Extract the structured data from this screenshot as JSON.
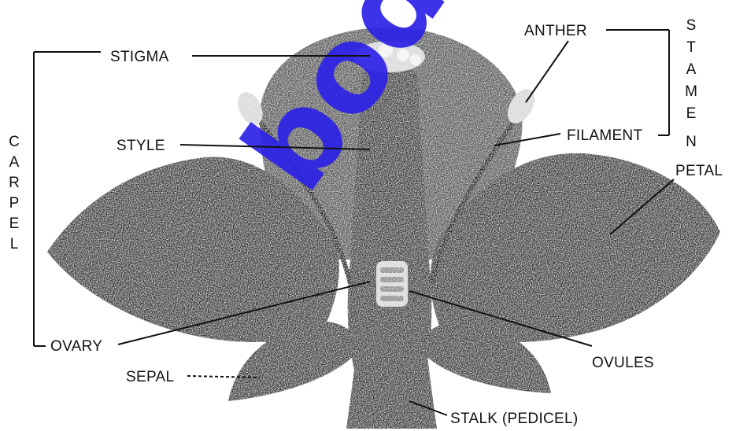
{
  "labels": {
    "stigma": "STIGMA",
    "style": "STYLE",
    "ovary": "OVARY",
    "sepal": "SEPAL",
    "anther": "ANTHER",
    "filament": "FILAMENT",
    "petal": "PETAL",
    "ovules": "OVULES",
    "stalk": "STALK (PEDICEL)"
  },
  "groups": {
    "carpel": [
      "C",
      "A",
      "R",
      "P",
      "E",
      "L"
    ],
    "stamen": [
      "S",
      "T",
      "A",
      "M",
      "E",
      "N"
    ]
  },
  "watermark": "bodh",
  "colors": {
    "watermark": "#2b22e6",
    "ink": "#111111",
    "tissue_dark": "#3a3a3a",
    "tissue_mid": "#5a5a5a"
  }
}
